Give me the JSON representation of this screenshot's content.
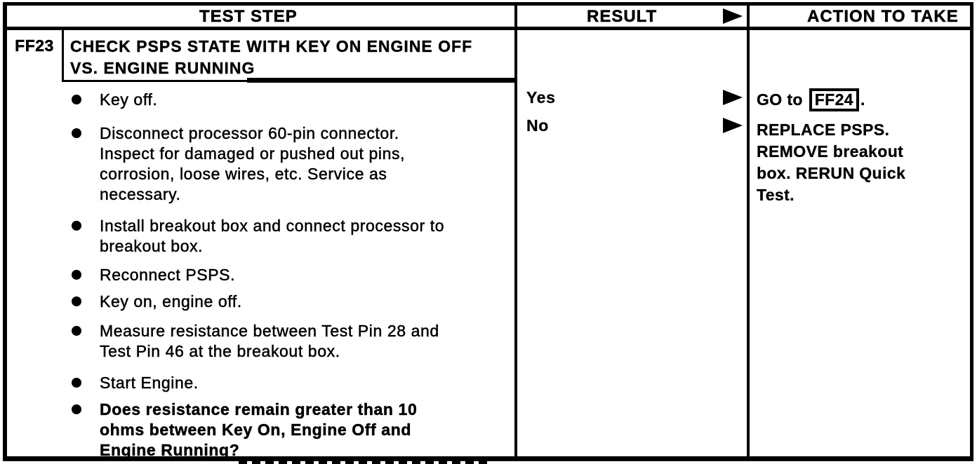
{
  "table": {
    "headers": {
      "test_step": "TEST STEP",
      "result": "RESULT",
      "action_to_take": "ACTION TO TAKE"
    }
  },
  "step": {
    "id": "FF23",
    "title_lines": [
      "CHECK PSPS STATE WITH KEY ON ENGINE OFF",
      "VS. ENGINE RUNNING"
    ],
    "bullets": [
      {
        "lines": [
          "Key off."
        ]
      },
      {
        "lines": [
          "Disconnect processor 60-pin connector.",
          "Inspect for damaged or pushed out pins,",
          "corrosion, loose wires, etc. Service as",
          "necessary."
        ]
      },
      {
        "lines": [
          "Install breakout box and connect processor to",
          "breakout box."
        ]
      },
      {
        "lines": [
          "Reconnect PSPS."
        ]
      },
      {
        "lines": [
          "Key on, engine off."
        ]
      },
      {
        "lines": [
          "Measure resistance between Test Pin 28 and",
          "Test Pin 46 at the breakout box."
        ]
      },
      {
        "lines": [
          "Start Engine."
        ]
      },
      {
        "lines": [
          "Does resistance remain greater than 10",
          "ohms between Key On, Engine Off and",
          "Engine Running?"
        ]
      }
    ]
  },
  "results": {
    "yes": {
      "label": "Yes",
      "action_prefix": "GO to",
      "action_target": "FF24",
      "action_suffix": "."
    },
    "no": {
      "label": "No",
      "action_lines": [
        "REPLACE PSPS.",
        "REMOVE breakout",
        "box. RERUN Quick",
        "Test."
      ]
    }
  },
  "colors": {
    "ink": "#000000",
    "paper": "#ffffff"
  }
}
